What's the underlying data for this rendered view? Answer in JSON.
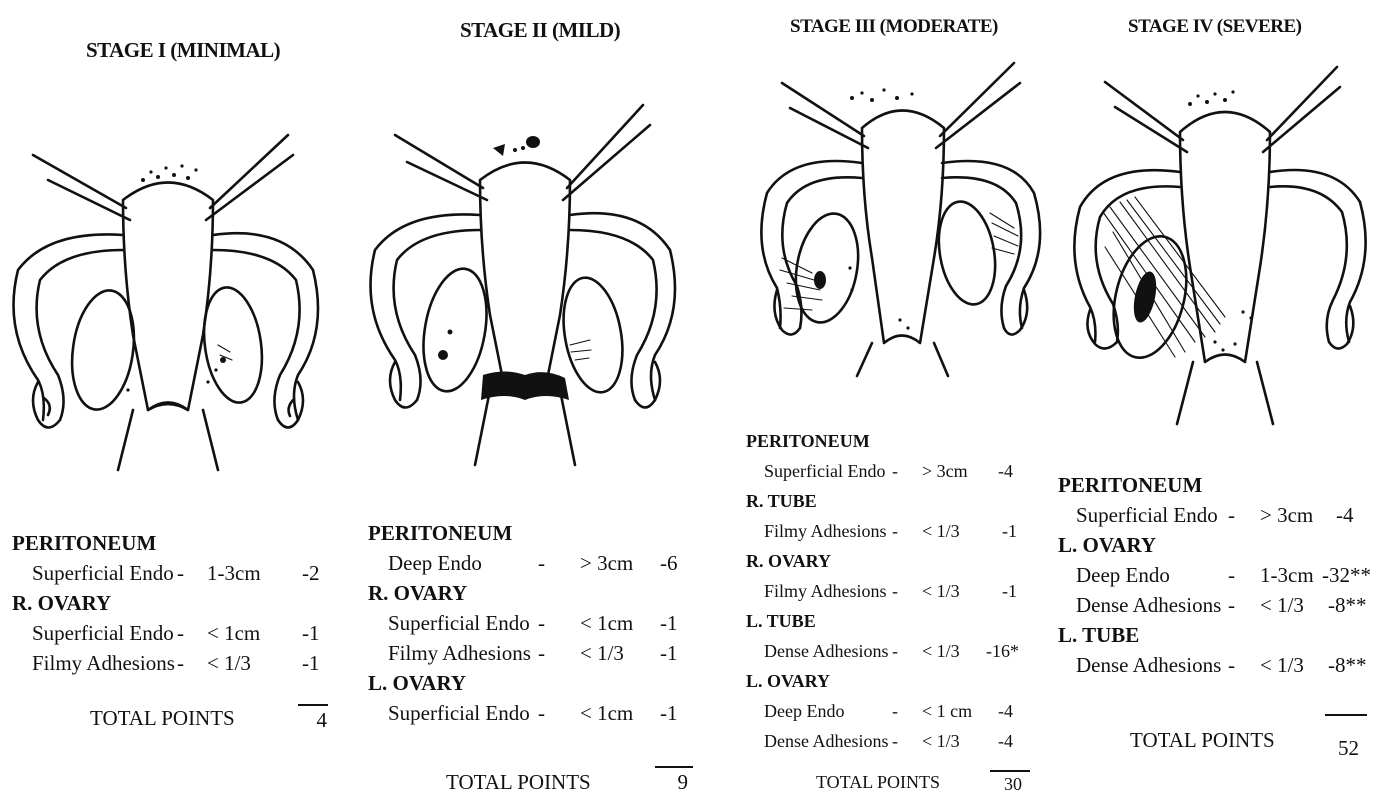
{
  "stages": [
    {
      "title": "STAGE I (MINIMAL)",
      "rows": [
        {
          "header": "PERITONEUM"
        },
        {
          "site": "Superficial Endo",
          "dash": "-",
          "size": "1-3cm",
          "points": "-2"
        },
        {
          "header": "R. OVARY"
        },
        {
          "site": "Superficial Endo",
          "dash": "-",
          "size": "< 1cm",
          "points": "-1"
        },
        {
          "site": "Filmy Adhesions",
          "dash": "-",
          "size": "< 1/3",
          "points": "-1"
        }
      ],
      "total_label": "TOTAL POINTS",
      "total_value": "4"
    },
    {
      "title": "STAGE II (MILD)",
      "rows": [
        {
          "header": "PERITONEUM"
        },
        {
          "site": "Deep Endo",
          "dash": "-",
          "size": "> 3cm",
          "points": "-6"
        },
        {
          "header": "R. OVARY"
        },
        {
          "site": "Superficial Endo",
          "dash": "-",
          "size": "< 1cm",
          "points": "-1"
        },
        {
          "site": "Filmy Adhesions",
          "dash": "-",
          "size": "< 1/3",
          "points": "-1"
        },
        {
          "header": "L. OVARY"
        },
        {
          "site": "Superficial Endo",
          "dash": "-",
          "size": "< 1cm",
          "points": "-1"
        }
      ],
      "total_label": "TOTAL POINTS",
      "total_value": "9"
    },
    {
      "title": "STAGE III (MODERATE)",
      "rows": [
        {
          "header": "PERITONEUM"
        },
        {
          "site": "Superficial Endo",
          "dash": "-",
          "size": "> 3cm",
          "points": "-4"
        },
        {
          "header": "R. TUBE"
        },
        {
          "site": "Filmy Adhesions",
          "dash": "-",
          "size": "< 1/3",
          "points": "-1"
        },
        {
          "header": "R. OVARY"
        },
        {
          "site": "Filmy Adhesions",
          "dash": "-",
          "size": "< 1/3",
          "points": "-1"
        },
        {
          "header": "L. TUBE"
        },
        {
          "site": "Dense Adhesions",
          "dash": "-",
          "size": "< 1/3",
          "points": "-16*"
        },
        {
          "header": "L. OVARY"
        },
        {
          "site": "Deep Endo",
          "dash": "-",
          "size": "< 1 cm",
          "points": "-4"
        },
        {
          "site": "Dense Adhesions",
          "dash": "-",
          "size": "< 1/3",
          "points": "-4"
        }
      ],
      "total_label": "TOTAL POINTS",
      "total_value": "30"
    },
    {
      "title": "STAGE IV (SEVERE)",
      "rows": [
        {
          "header": "PERITONEUM"
        },
        {
          "site": "Superficial Endo",
          "dash": "-",
          "size": "> 3cm",
          "points": "-4"
        },
        {
          "header": "L. OVARY"
        },
        {
          "site": "Deep Endo",
          "dash": "-",
          "size": "1-3cm",
          "points": "-32**"
        },
        {
          "site": "Dense Adhesions",
          "dash": "-",
          "size": "< 1/3",
          "points": "-8**"
        },
        {
          "header": "L. TUBE"
        },
        {
          "site": "Dense Adhesions",
          "dash": "-",
          "size": "< 1/3",
          "points": "-8**"
        }
      ],
      "total_label": "TOTAL POINTS",
      "total_value": "52"
    }
  ]
}
